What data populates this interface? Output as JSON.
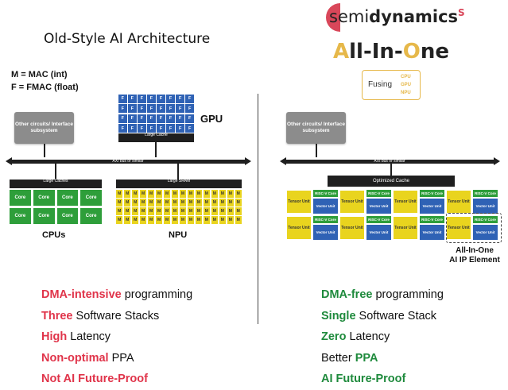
{
  "left": {
    "title": "Old-Style AI Architecture",
    "legend_m": "M = MAC (int)",
    "legend_f": "F = FMAC (float)",
    "other_circuits": "Other circuits/ Interface subsystem",
    "bus_label": "AXI bus or similar",
    "gpu": {
      "label": "GPU",
      "cell": "F",
      "rows": 4,
      "cols": 8,
      "cache": "Large Cache"
    },
    "cpus": {
      "label": "CPUs",
      "cell": "Core",
      "rows": 2,
      "cols": 4,
      "cache": "Large Caches"
    },
    "npu": {
      "label": "NPU",
      "cell": "M",
      "rows": 4,
      "cols": 16,
      "sram": "Large SRAM"
    }
  },
  "right": {
    "brand_prefix": "semi",
    "brand_main": "dynamics",
    "brand_sup": "S",
    "aio_title": {
      "a": "A",
      "ll": "ll-In-",
      "o": "O",
      "ne": "ne"
    },
    "fusing": {
      "label": "Fusing",
      "items": [
        "CPU",
        "GPU",
        "NPU"
      ]
    },
    "other_circuits": "Other circuits/ Interface subsystem",
    "bus_label": "AXI bus or similar",
    "cache": "Optimized Cache",
    "element": {
      "tensor": "Tensor Unit",
      "riscv": "RISC-V Core",
      "vector": "Vector Unit"
    },
    "element_caption": [
      "All-In-One",
      "AI IP Element"
    ]
  },
  "comparison": {
    "left": [
      {
        "bold": "DMA-intensive",
        "rest": " programming"
      },
      {
        "bold": "Three",
        "rest": " Software Stacks"
      },
      {
        "bold": "High",
        "rest": " Latency"
      },
      {
        "bold": "Non-optimal",
        "rest": " PPA"
      },
      {
        "bold": "Not AI Future-Proof",
        "rest": ""
      }
    ],
    "right": [
      {
        "bold": "DMA-free",
        "rest": " programming"
      },
      {
        "bold": "Single",
        "rest": " Software Stack"
      },
      {
        "bold": "Zero",
        "rest": " Latency"
      },
      {
        "pre": "Better ",
        "bold": "PPA"
      },
      {
        "bold": "AI Future-Proof",
        "rest": ""
      }
    ]
  },
  "colors": {
    "red": "#e0344a",
    "green": "#1e8a3c",
    "yellow": "#e9d41e",
    "blue": "#2f62b5",
    "core_green": "#2e9e3a",
    "brand_red": "#d9475a",
    "gold": "#e6b84a"
  }
}
